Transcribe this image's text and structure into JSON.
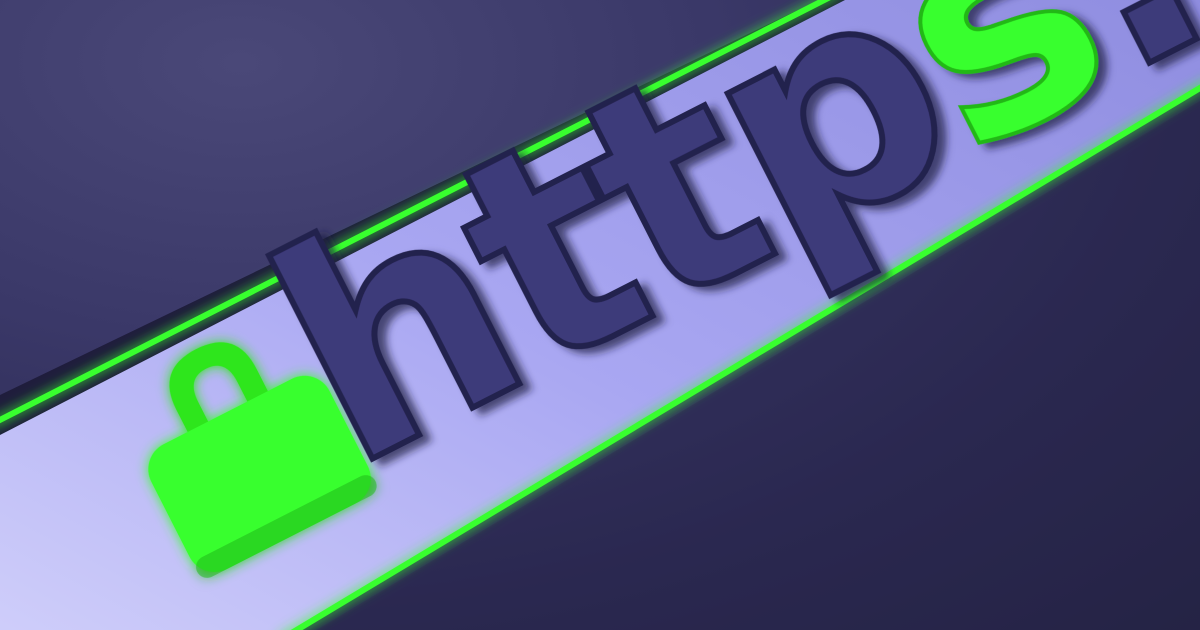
{
  "address_bar": {
    "protocol_text": "http",
    "secure_letter": "s",
    "separator_text": "://w",
    "lock_icon": "lock-icon"
  },
  "colors": {
    "background": "#2f2d5a",
    "bar_fill": "#a9a7f2",
    "neon_green": "#39ff2e",
    "letter_fill": "#3d3a7a"
  }
}
